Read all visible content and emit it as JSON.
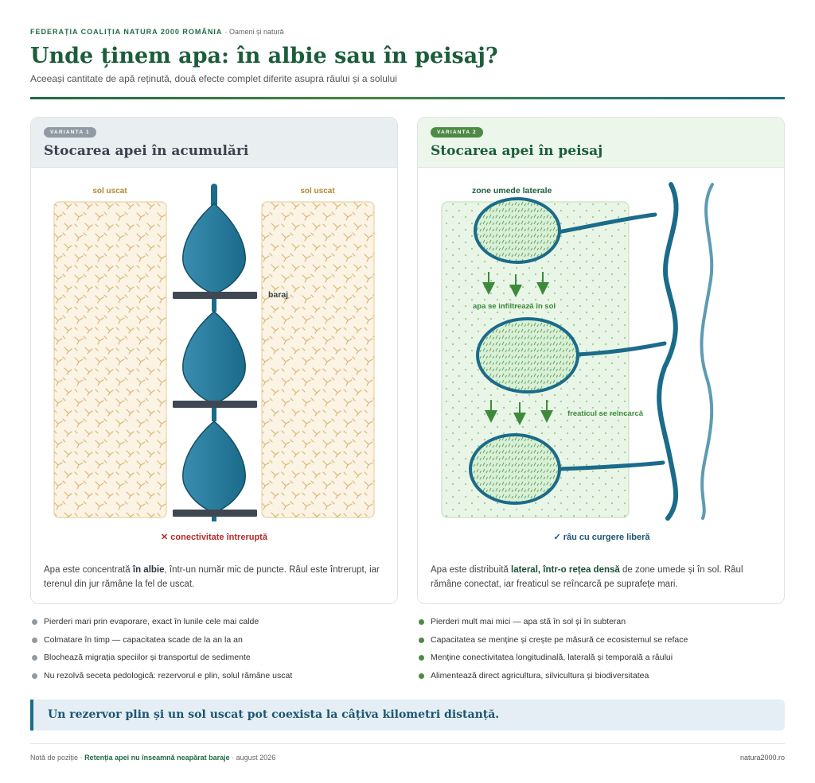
{
  "header": {
    "org": "FEDERAȚIA COALIȚIA NATURA 2000 ROMÂNIA",
    "org_sub": "· Oameni și natură",
    "title": "Unde ținem apa: în albie sau în peisaj?",
    "subtitle": "Aceeași cantitate de apă reținută, două efecte complet diferite asupra râului și a solului"
  },
  "left": {
    "badge": "VARIANTA 1",
    "title": "Stocarea apei în acumulări",
    "soil_label_left": "sol uscat",
    "soil_label_right": "sol uscat",
    "dam_label": "baraj",
    "status": "✕ conectivitate întreruptă",
    "desc_pre": "Apa este concentrată ",
    "desc_bold": "în albie",
    "desc_post": ", într-un număr mic de puncte. Râul este întrerupt, iar terenul din jur rămâne la fel de uscat.",
    "bullets": [
      "Pierderi mari prin evaporare, exact în lunile cele mai calde",
      "Colmatare în timp — capacitatea scade de la an la an",
      "Blochează migrația speciilor și transportul de sedimente",
      "Nu rezolvă seceta pedologică: rezervorul e plin, solul rămâne uscat"
    ]
  },
  "right": {
    "badge": "VARIANTA 2",
    "title": "Stocarea apei în peisaj",
    "wetland_label": "zone umede laterale",
    "infiltration_label": "apa se infiltrează în sol",
    "recharge_label": "freaticul se reîncarcă",
    "status": "✓ râu cu curgere liberă",
    "desc_pre": "Apa este distribuită ",
    "desc_bold": "lateral, într-o rețea densă",
    "desc_post": " de zone umede și în sol. Râul rămâne conectat, iar freaticul se reîncarcă pe suprafețe mari.",
    "bullets": [
      "Pierderi mult mai mici — apa stă în sol și în subteran",
      "Capacitatea se menține și crește pe măsură ce ecosistemul se reface",
      "Menține conectivitatea longitudinală, laterală și temporală a râului",
      "Alimentează direct agricultura, silvicultura și biodiversitatea"
    ]
  },
  "callout": "Un rezervor plin și un sol uscat pot coexista la câțiva kilometri distanță.",
  "footer": {
    "prefix": "Notă de poziție ·",
    "highlight": "Retenția apei nu înseamnă neapărat baraje",
    "suffix": "· august 2026",
    "site": "natura2000.ro"
  },
  "colors": {
    "river": "#1b6b8a",
    "river_light": "#5d9bb3",
    "soil_dry": "#fbf3e4",
    "soil_crack": "#d9b879",
    "wetland": "#e6f3e3",
    "dam": "#3f4852",
    "accent_green": "#1c5e3b",
    "warning_red": "#b52a2a"
  }
}
